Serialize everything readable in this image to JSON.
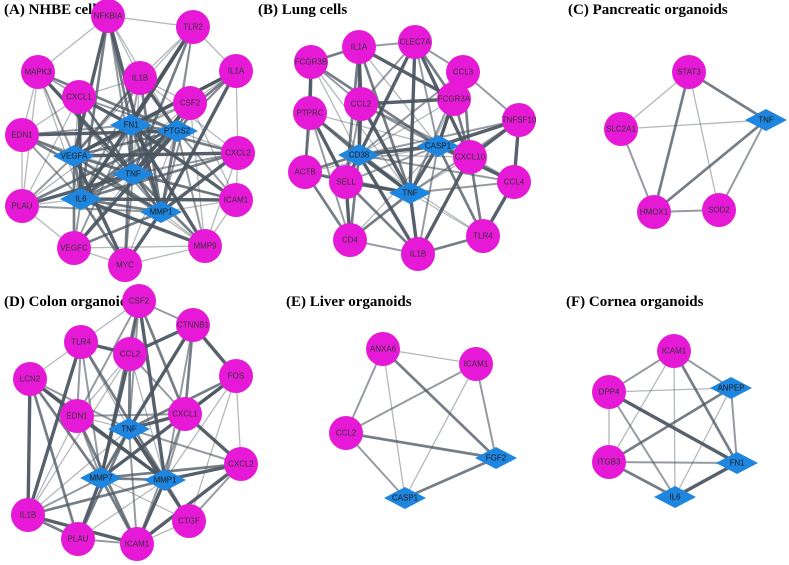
{
  "colors": {
    "gene_node": "#e619d6",
    "hub_node": "#1f86e0",
    "edge": "#4a5560",
    "title": "#000000"
  },
  "panels": [
    {
      "id": "A",
      "title": "(A) NHBE cells",
      "nodes": [
        {
          "label": "NFKBIA",
          "shape": "circle"
        },
        {
          "label": "TLR2",
          "shape": "circle"
        },
        {
          "label": "MAPK3",
          "shape": "circle"
        },
        {
          "label": "IL1B",
          "shape": "circle"
        },
        {
          "label": "IL1A",
          "shape": "circle"
        },
        {
          "label": "CXCL1",
          "shape": "circle"
        },
        {
          "label": "CSF2",
          "shape": "circle"
        },
        {
          "label": "EDN1",
          "shape": "circle"
        },
        {
          "label": "CXCL2",
          "shape": "circle"
        },
        {
          "label": "ICAM1",
          "shape": "circle"
        },
        {
          "label": "PLAU",
          "shape": "circle"
        },
        {
          "label": "VEGFC",
          "shape": "circle"
        },
        {
          "label": "MYC",
          "shape": "circle"
        },
        {
          "label": "MMP9",
          "shape": "circle"
        },
        {
          "label": "FN1",
          "shape": "diamond"
        },
        {
          "label": "VEGFA",
          "shape": "diamond"
        },
        {
          "label": "PTGS2",
          "shape": "diamond"
        },
        {
          "label": "TNF",
          "shape": "diamond"
        },
        {
          "label": "IL6",
          "shape": "diamond"
        },
        {
          "label": "MMP1",
          "shape": "diamond"
        }
      ]
    },
    {
      "id": "B",
      "title": "(B) Lung cells",
      "nodes": [
        {
          "label": "IL1A",
          "shape": "circle"
        },
        {
          "label": "CLEC7A",
          "shape": "circle"
        },
        {
          "label": "FCGR3B",
          "shape": "circle"
        },
        {
          "label": "CCL3",
          "shape": "circle"
        },
        {
          "label": "PTPRC",
          "shape": "circle"
        },
        {
          "label": "CCL2",
          "shape": "circle"
        },
        {
          "label": "FCGR3A",
          "shape": "circle"
        },
        {
          "label": "TNFSF10",
          "shape": "circle"
        },
        {
          "label": "ACTB",
          "shape": "circle"
        },
        {
          "label": "SELL",
          "shape": "circle"
        },
        {
          "label": "CXCL10",
          "shape": "circle"
        },
        {
          "label": "CCL4",
          "shape": "circle"
        },
        {
          "label": "CD4",
          "shape": "circle"
        },
        {
          "label": "IL1B",
          "shape": "circle"
        },
        {
          "label": "TLR4",
          "shape": "circle"
        },
        {
          "label": "CD38",
          "shape": "diamond"
        },
        {
          "label": "CASP1",
          "shape": "diamond"
        },
        {
          "label": "TNF",
          "shape": "diamond"
        }
      ]
    },
    {
      "id": "C",
      "title": "(C) Pancreatic organoids",
      "nodes": [
        {
          "label": "STAT3",
          "shape": "circle"
        },
        {
          "label": "SLC2A1",
          "shape": "circle"
        },
        {
          "label": "HMOX1",
          "shape": "circle"
        },
        {
          "label": "SOD2",
          "shape": "circle"
        },
        {
          "label": "TNF",
          "shape": "diamond"
        }
      ]
    },
    {
      "id": "D",
      "title": "(D) Colon organoids",
      "nodes": [
        {
          "label": "CSF2",
          "shape": "circle"
        },
        {
          "label": "TLR4",
          "shape": "circle"
        },
        {
          "label": "CTNNB1",
          "shape": "circle"
        },
        {
          "label": "CCL2",
          "shape": "circle"
        },
        {
          "label": "LCN2",
          "shape": "circle"
        },
        {
          "label": "EDN1",
          "shape": "circle"
        },
        {
          "label": "CXCL1",
          "shape": "circle"
        },
        {
          "label": "FOS",
          "shape": "circle"
        },
        {
          "label": "CXCL2",
          "shape": "circle"
        },
        {
          "label": "IL1B",
          "shape": "circle"
        },
        {
          "label": "CTGF",
          "shape": "circle"
        },
        {
          "label": "PLAU",
          "shape": "circle"
        },
        {
          "label": "ICAM1",
          "shape": "circle"
        },
        {
          "label": "TNF",
          "shape": "diamond"
        },
        {
          "label": "MMP7",
          "shape": "diamond"
        },
        {
          "label": "MMP1",
          "shape": "diamond"
        }
      ]
    },
    {
      "id": "E",
      "title": "(E) Liver organoids",
      "nodes": [
        {
          "label": "ANXA6",
          "shape": "circle"
        },
        {
          "label": "ICAM1",
          "shape": "circle"
        },
        {
          "label": "CCL2",
          "shape": "circle"
        },
        {
          "label": "FGF2",
          "shape": "diamond"
        },
        {
          "label": "CASP1",
          "shape": "diamond"
        }
      ]
    },
    {
      "id": "F",
      "title": "(F) Cornea organoids",
      "nodes": [
        {
          "label": "ICAM1",
          "shape": "circle"
        },
        {
          "label": "DPP4",
          "shape": "circle"
        },
        {
          "label": "ITGB3",
          "shape": "circle"
        },
        {
          "label": "ANPEP",
          "shape": "diamond"
        },
        {
          "label": "FN1",
          "shape": "diamond"
        },
        {
          "label": "IL6",
          "shape": "diamond"
        }
      ]
    }
  ]
}
